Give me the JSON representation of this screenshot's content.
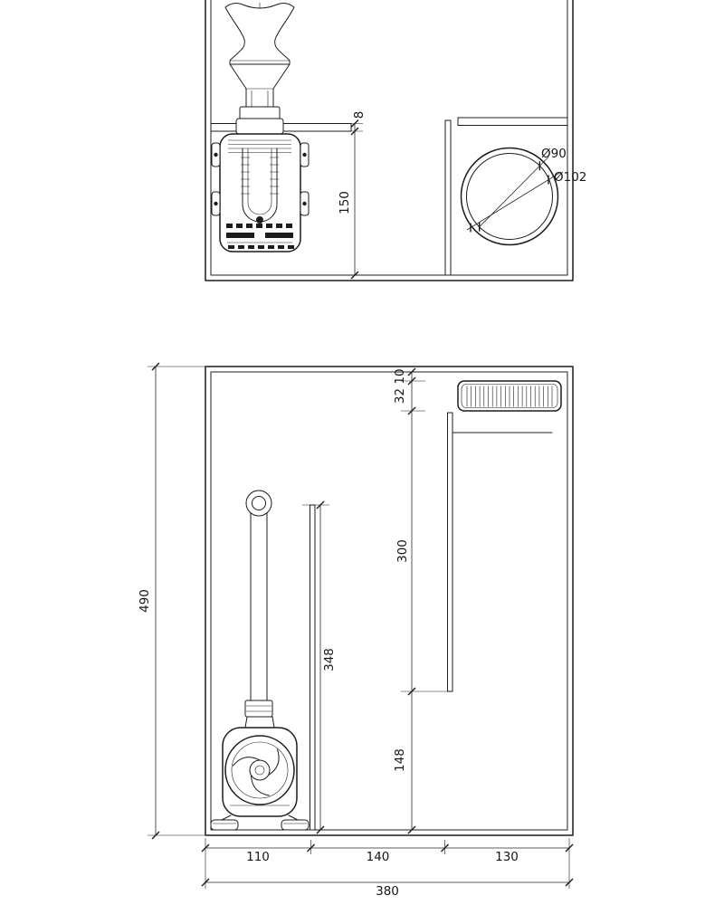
{
  "colors": {
    "line": "#1c1c1c",
    "background": "#ffffff"
  },
  "top_view": {
    "dim_shelf_thickness": "8",
    "dim_compartment_height": "150",
    "dim_hole_diameter_inner": "Ø90",
    "dim_hole_diameter_outer": "Ø102"
  },
  "front_view": {
    "dim_total_height": "490",
    "dim_comb_top_offset": "10",
    "dim_comb_height": "32",
    "dim_right_baffle_height": "300",
    "dim_left_baffle_height": "348",
    "dim_bottom_gap": "148",
    "dim_section_left": "110",
    "dim_section_middle": "140",
    "dim_section_right": "130",
    "dim_total_width": "380"
  }
}
